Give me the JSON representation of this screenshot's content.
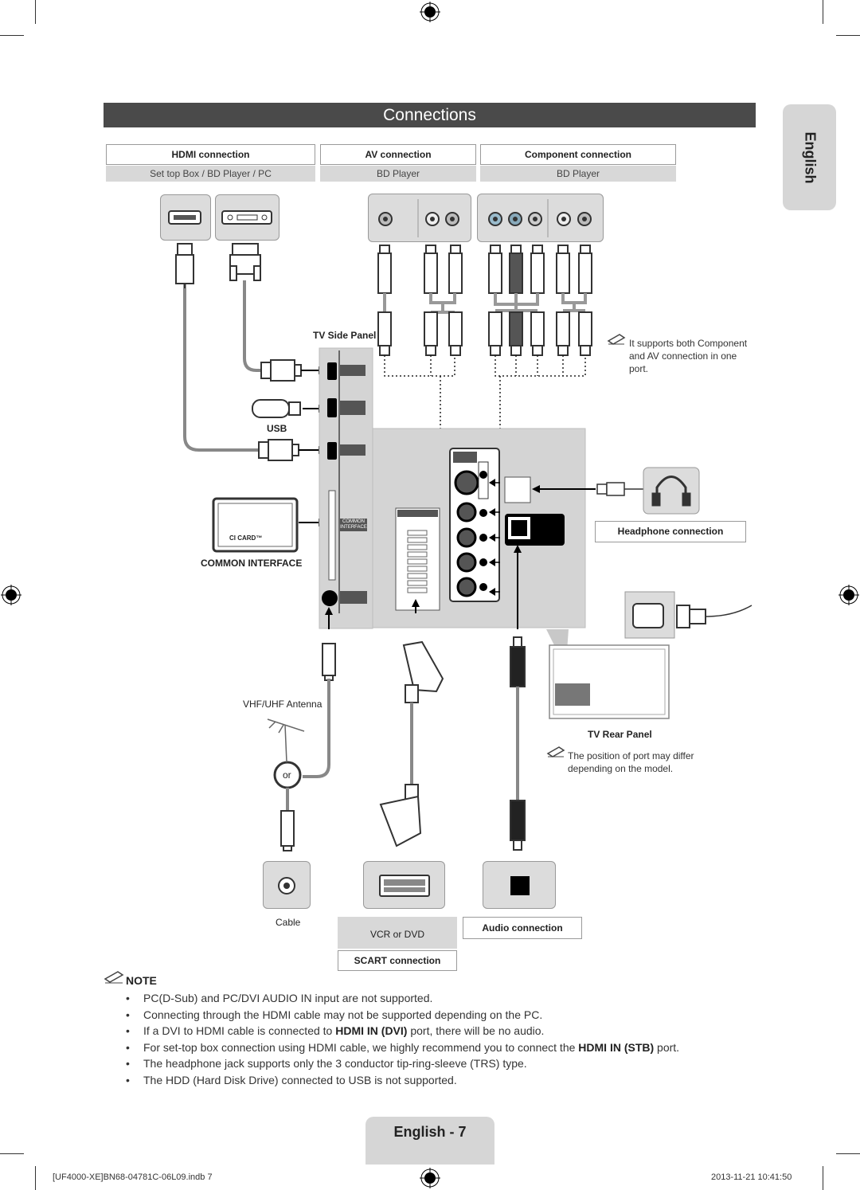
{
  "title": "Connections",
  "language_tab": "English",
  "sections": {
    "hdmi": {
      "label": "HDMI connection",
      "sub": "Set top Box / BD Player / PC"
    },
    "av": {
      "label": "AV connection",
      "sub": "BD Player"
    },
    "component": {
      "label": "Component connection",
      "sub": "BD Player"
    }
  },
  "labels": {
    "tv_side_panel": "TV Side Panel",
    "usb": "USB",
    "common_interface": "COMMON INTERFACE",
    "ci_card": "CI CARD™",
    "common_interface_slot": "COMMON INTERFACE",
    "vhf_uhf_antenna": "VHF/UHF Antenna",
    "or": "or",
    "cable": "Cable",
    "vcr_or_dvd": "VCR or DVD",
    "scart_connection": "SCART connection",
    "audio_connection": "Audio connection",
    "headphone_connection": "Headphone connection",
    "tv_rear_panel": "TV Rear Panel"
  },
  "component_note": "It supports both Component and AV connection in one port.",
  "rear_note": "The position of port may differ depending on the model.",
  "note_heading": "NOTE",
  "notes": [
    "PC(D-Sub) and PC/DVI AUDIO IN input are not supported.",
    "Connecting through the HDMI cable may not be supported depending on the PC.",
    "If a DVI to HDMI cable is connected to HDMI IN (DVI) port, there will be no audio.",
    "For set-top box connection using HDMI cable, we highly recommend you to connect the HDMI IN (STB) port.",
    "The headphone jack supports only the 3 conductor tip-ring-sleeve (TRS) type.",
    "The HDD (Hard Disk Drive) connected to USB is not supported."
  ],
  "page_footer": "English - 7",
  "footer_left": "[UF4000-XE]BN68-04781C-06L09.indb   7",
  "footer_right": "2013-11-21   10:41:50",
  "colors": {
    "title_bg": "#4a4a4a",
    "tab_bg": "#d6d6d6",
    "panel_bg": "#d4d4d4"
  }
}
